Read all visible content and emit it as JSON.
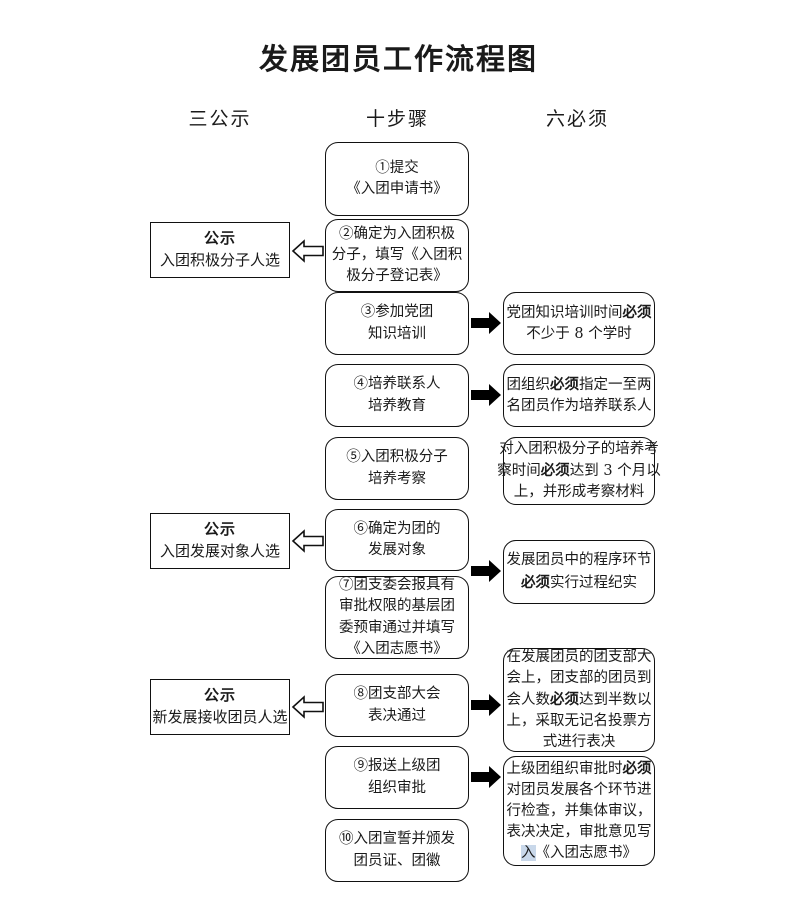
{
  "title": "发展团员工作流程图",
  "columns": {
    "left": "三公示",
    "middle": "十步骤",
    "right": "六必须"
  },
  "notices": [
    {
      "title": "公示",
      "subtitle": "入团积极分子人选"
    },
    {
      "title": "公示",
      "subtitle": "入团发展对象人选"
    },
    {
      "title": "公示",
      "subtitle": "新发展接收团员人选"
    }
  ],
  "steps": [
    {
      "lines": [
        "①提交",
        "《入团申请书》"
      ]
    },
    {
      "lines": [
        "②确定为入团积极",
        "分子，填写《入团积",
        "极分子登记表》"
      ]
    },
    {
      "lines": [
        "③参加党团",
        "知识培训"
      ]
    },
    {
      "lines": [
        "④培养联系人",
        "培养教育"
      ]
    },
    {
      "lines": [
        "⑤入团积极分子",
        "培养考察"
      ]
    },
    {
      "lines": [
        "⑥确定为团的",
        "发展对象"
      ]
    },
    {
      "lines": [
        "⑦团支委会报具有",
        "审批权限的基层团",
        "委预审通过并填写",
        "《入团志愿书》"
      ]
    },
    {
      "lines": [
        "⑧团支部大会",
        "表决通过"
      ]
    },
    {
      "lines": [
        "⑨报送上级团",
        "组织审批"
      ]
    },
    {
      "lines": [
        "⑩入团宣誓并颁发",
        "团员证、团徽"
      ]
    }
  ],
  "musts": [
    {
      "lines": [
        [
          {
            "t": "党团知识培训时间",
            "b": false
          },
          {
            "t": "必须",
            "b": true
          }
        ],
        [
          {
            "t": "不少于 8 个学时",
            "b": false
          }
        ]
      ]
    },
    {
      "lines": [
        [
          {
            "t": "团组织",
            "b": false
          },
          {
            "t": "必须",
            "b": true
          },
          {
            "t": "指定一至两",
            "b": false
          }
        ],
        [
          {
            "t": "名团员作为培养联系人",
            "b": false
          }
        ]
      ]
    },
    {
      "lines": [
        [
          {
            "t": "对入团积极分子的培养考",
            "b": false
          }
        ],
        [
          {
            "t": "察时间",
            "b": false
          },
          {
            "t": "必须",
            "b": true
          },
          {
            "t": "达到 3 个月以",
            "b": false
          }
        ],
        [
          {
            "t": "上，并形成考察材料",
            "b": false
          }
        ]
      ]
    },
    {
      "lines": [
        [
          {
            "t": "发展团员中的程序环节",
            "b": false
          }
        ],
        [
          {
            "t": "必须",
            "b": true
          },
          {
            "t": "实行过程纪实",
            "b": false
          }
        ]
      ]
    },
    {
      "lines": [
        [
          {
            "t": "在发展团员的团支部大",
            "b": false
          }
        ],
        [
          {
            "t": "会上，团支部的团员到",
            "b": false
          }
        ],
        [
          {
            "t": "会人数",
            "b": false
          },
          {
            "t": "必须",
            "b": true
          },
          {
            "t": "达到半数以",
            "b": false
          }
        ],
        [
          {
            "t": "上，采取无记名投票方",
            "b": false
          }
        ],
        [
          {
            "t": "式进行表决",
            "b": false
          }
        ]
      ]
    },
    {
      "lines": [
        [
          {
            "t": "上级团组织审批时",
            "b": false
          },
          {
            "t": "必须",
            "b": true
          }
        ],
        [
          {
            "t": "对团员发展各个环节进",
            "b": false
          }
        ],
        [
          {
            "t": "行检查，并集体审议，",
            "b": false
          }
        ],
        [
          {
            "t": "表决决定，审批意见写",
            "b": false
          }
        ],
        [
          {
            "t": "入",
            "b": false,
            "hl": true
          },
          {
            "t": "《入团志愿书》",
            "b": false
          }
        ]
      ]
    }
  ],
  "colors": {
    "stroke": "#111111",
    "background": "#ffffff",
    "text": "#1a1a1a",
    "highlight": "#c9d8ea"
  }
}
